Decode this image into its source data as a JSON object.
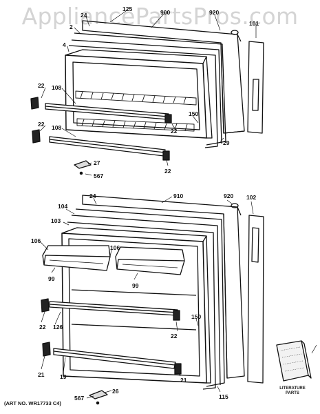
{
  "watermark": "AppliancePartsPros.com",
  "art_number": "(ART NO. WR17733 C4)",
  "literature": {
    "line1": "LITERATURE",
    "line2": "PARTS"
  },
  "callouts": {
    "c125": "125",
    "c900": "900",
    "c920a": "920",
    "c101": "101",
    "c24a": "24",
    "c2": "2",
    "c4": "4",
    "c22a": "22",
    "c108a": "108",
    "c150a": "150",
    "c22b": "22",
    "c22c": "22",
    "c108b": "108",
    "c29": "29",
    "c22d": "22",
    "c27": "27",
    "c567a": "567",
    "c910": "910",
    "c920b": "920",
    "c102": "102",
    "c24b": "24",
    "c104": "104",
    "c103": "103",
    "c106a": "106",
    "c106b": "106",
    "c99a": "99",
    "c99b": "99",
    "c22e": "22",
    "c126": "126",
    "c150b": "150",
    "c22f": "22",
    "c21a": "21",
    "c19": "19",
    "c21b": "21",
    "c115": "115",
    "c567b": "567",
    "c26": "26"
  }
}
